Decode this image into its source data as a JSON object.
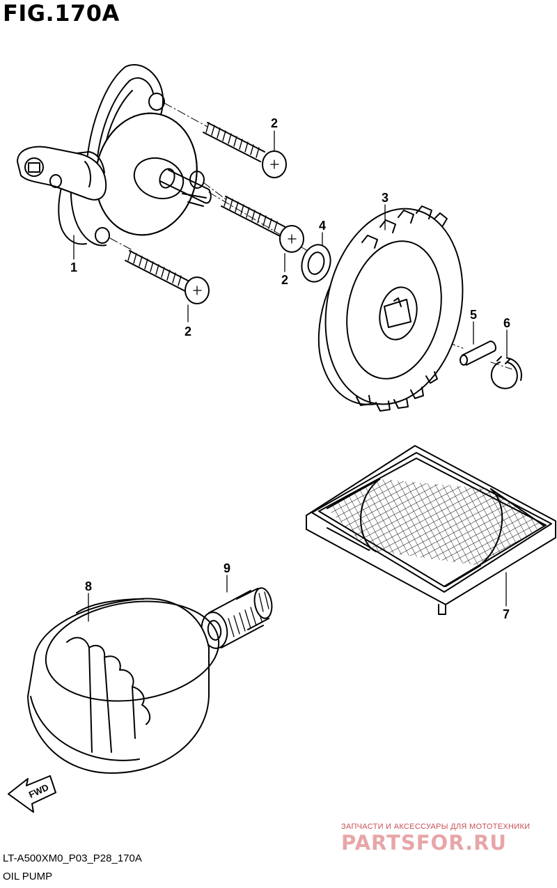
{
  "figure": {
    "title": "FIG.170A"
  },
  "footer": {
    "code": "LT-A500XM0_P03_P28_170A",
    "name": "OIL PUMP"
  },
  "callouts": [
    "1",
    "2",
    "2",
    "2",
    "3",
    "4",
    "5",
    "6",
    "7",
    "8",
    "9"
  ],
  "fwd_label": "FWD",
  "watermark": {
    "caption": "ЗАПЧАСТИ И АКСЕССУАРЫ ДЛЯ МОТОТЕХНИКИ",
    "brand": "PARTSFOR.RU"
  },
  "colors": {
    "line": "#000000",
    "background": "#ffffff",
    "watermark_text": "#c94f54",
    "watermark_brand": "#e7a6a8"
  }
}
